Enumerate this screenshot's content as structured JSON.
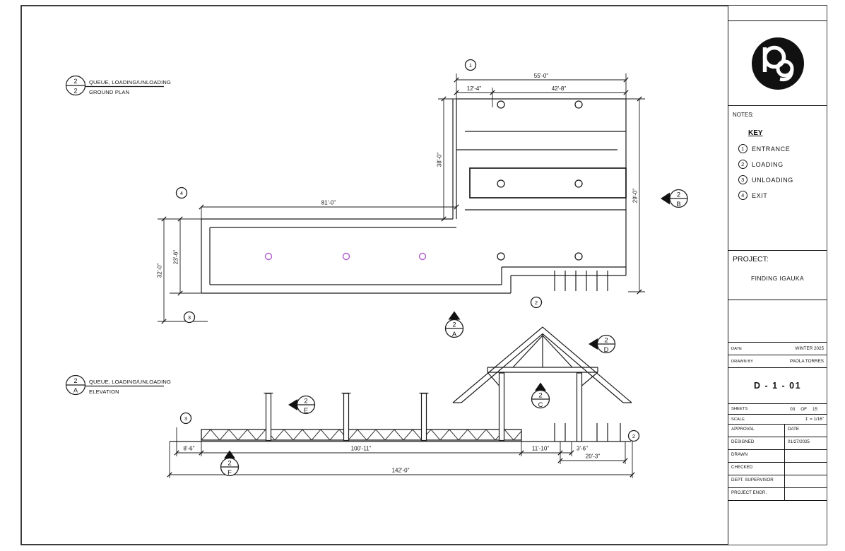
{
  "colors": {
    "marker_accent": "#b05ccc"
  },
  "views": {
    "plan": {
      "number": "2",
      "sheet": "2",
      "title": "QUEUE, LOADING/UNLOADING",
      "subtitle": "GROUND PLAN",
      "dims": {
        "overall_width": "55'-0\"",
        "entry_width": "12'-4\"",
        "queue_width": "42'-8\"",
        "queue_depth": "38'-0\"",
        "right_depth": "29'-0\"",
        "corridor_length": "81'-0\"",
        "site_depth": "32'-0\"",
        "corridor_width": "23'-6\""
      },
      "markers": {
        "entrance": "1",
        "loading": "2",
        "unloading": "3",
        "exit": "4"
      }
    },
    "elevation": {
      "number": "2",
      "sheet": "A",
      "title": "QUEUE, LOADING/UNLOADING",
      "subtitle": "ELEVATION",
      "dims": {
        "left_offset": "8'-6\"",
        "main_run": "100'-11\"",
        "gable_run": "11'-10\"",
        "post_gap": "3'-6\"",
        "right_run": "20'-3\"",
        "overall": "142'-0\""
      },
      "markers": {
        "loading": "2",
        "unloading": "3"
      }
    },
    "sections": {
      "a": {
        "num": "2",
        "letter": "A"
      },
      "b": {
        "num": "2",
        "letter": "B"
      },
      "c": {
        "num": "2",
        "letter": "C"
      },
      "d": {
        "num": "2",
        "letter": "D"
      },
      "e": {
        "num": "2",
        "letter": "E"
      },
      "f": {
        "num": "2",
        "letter": "F"
      }
    }
  },
  "titleblock": {
    "notes_label": "NOTES:",
    "key_label": "KEY",
    "key_items": [
      {
        "num": "1",
        "label": "ENTRANCE"
      },
      {
        "num": "2",
        "label": "LOADING"
      },
      {
        "num": "3",
        "label": "UNLOADING"
      },
      {
        "num": "4",
        "label": "EXIT"
      }
    ],
    "project_label": "PROJECT:",
    "project_name": "FINDING IGAUKA",
    "date_label": "DATE",
    "date_value": "WINTER 2025",
    "drawn_by_label": "DRAWN BY",
    "drawn_by_value": "PAOLA TORRES",
    "sheet_code": "D - 1 - 01",
    "sheets_label": "SHEETS",
    "sheets_current": "03",
    "sheets_of": "OF",
    "sheets_total": "15",
    "scale_label": "SCALE",
    "scale_value": "1' = 1/16\"",
    "approval_rows": [
      {
        "label": "APPROVAL",
        "value": "DATE"
      },
      {
        "label": "DESIGNED",
        "value": "01/27/2025"
      },
      {
        "label": "DRAWN",
        "value": ""
      },
      {
        "label": "CHECKED",
        "value": ""
      },
      {
        "label": "DEPT. SUPERVISOR",
        "value": ""
      },
      {
        "label": "PROJECT ENGR.",
        "value": ""
      }
    ]
  }
}
